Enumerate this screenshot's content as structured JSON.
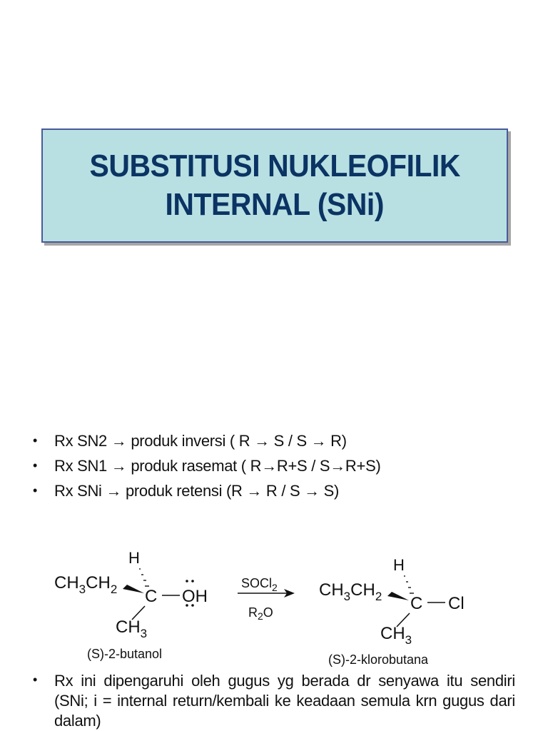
{
  "slide": {
    "title": {
      "line1": "SUBSTITUSI NUKLEOFILIK",
      "line2": "INTERNAL (SNi)"
    },
    "colors": {
      "title_bg": "#b8e0e3",
      "title_text": "#0b3464",
      "title_border": "#4a5a9a",
      "body_text": "#111111"
    },
    "bullet_symbol": "•",
    "bullets": [
      {
        "text": "Rx SN2 → produk inversi ( R → S / S → R)"
      },
      {
        "text": "Rx SN1 → produk rasemat ( R→R+S  /  S→R+S)"
      },
      {
        "text": "Rx SNi → produk retensi (R → R / S → S)"
      }
    ],
    "reaction": {
      "reactant": {
        "h_label": "H",
        "left_group_main": "CH",
        "left_group_sub1": "3",
        "left_group_main2": "CH",
        "left_group_sub2": "2",
        "center": "C",
        "right_group": "OH",
        "lone_pair": "··",
        "bottom_group": "CH",
        "bottom_sub": "3",
        "name": "(S)-2-butanol"
      },
      "arrow": {
        "reagent_top": "SOCl",
        "reagent_top_sub": "2",
        "reagent_bottom_main": "R",
        "reagent_bottom_sub": "2",
        "reagent_bottom_end": "O"
      },
      "product": {
        "h_label": "H",
        "left_group_main": "CH",
        "left_group_sub1": "3",
        "left_group_main2": "CH",
        "left_group_sub2": "2",
        "center": "C",
        "right_group": "Cl",
        "bottom_group": "CH",
        "bottom_sub": "3",
        "name": "(S)-2-klorobutana"
      }
    },
    "final_bullet": {
      "text": "Rx ini dipengaruhi oleh gugus yg berada dr senyawa itu sendiri (SNi; i = internal return/kembali ke keadaan semula krn gugus dari dalam)"
    }
  }
}
